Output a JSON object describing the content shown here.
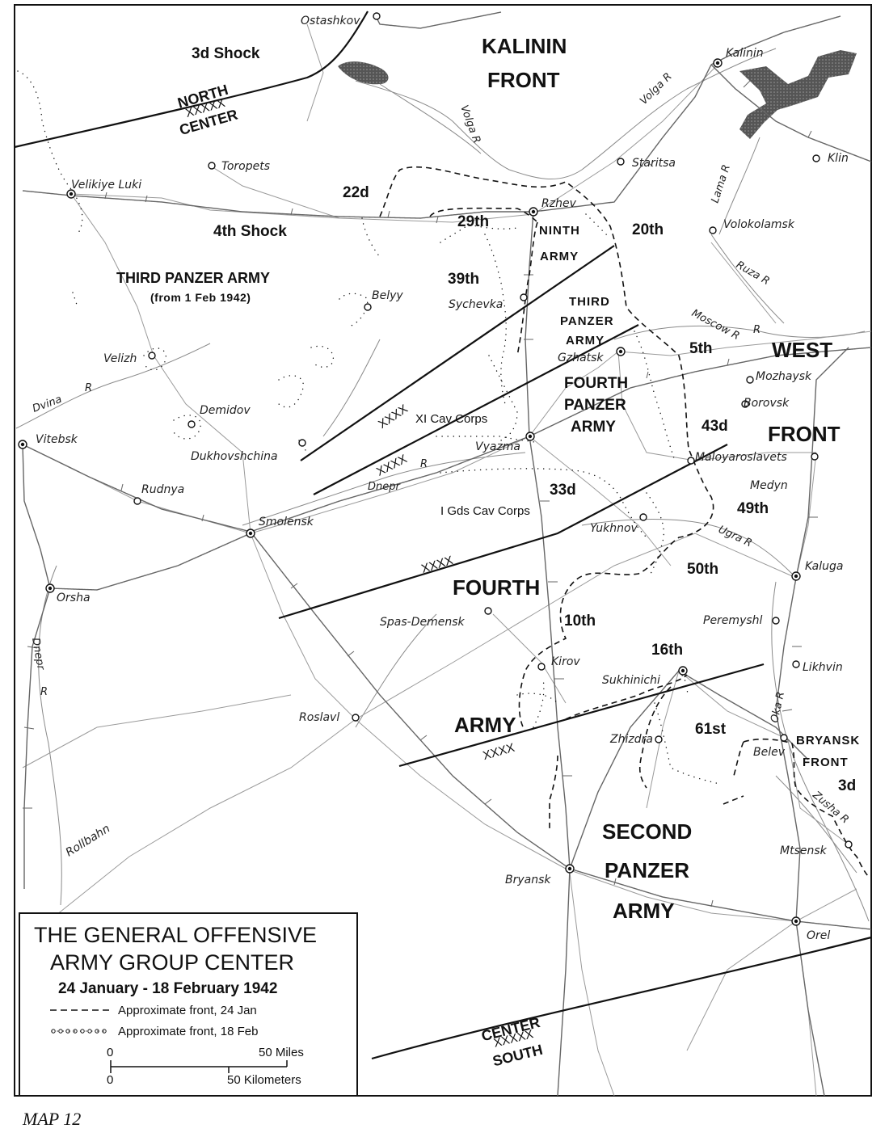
{
  "caption": "MAP 12",
  "legend": {
    "title_line1": "THE GENERAL OFFENSIVE",
    "title_line2": "ARMY GROUP CENTER",
    "dates": "24 January - 18 February 1942",
    "front_24jan": "Approximate front, 24 Jan",
    "front_18feb": "Approximate front, 18 Feb",
    "scale_zero": "0",
    "scale_miles": "50 Miles",
    "scale_km": "50 Kilometers"
  },
  "boundaries": {
    "north": "NORTH",
    "center_top": "CENTER",
    "center_bottom": "CENTER",
    "south": "SOUTH",
    "xxxxx": "XXXXX",
    "xxxx": "XXXX"
  },
  "soviet": {
    "kalinin": "KALININ",
    "front": "FRONT",
    "west": "WEST",
    "bryansk": "BRYANSK",
    "shock3": "3d Shock",
    "shock4": "4th Shock",
    "a22": "22d",
    "a29": "29th",
    "a39": "39th",
    "a20": "20th",
    "a5": "5th",
    "a43": "43d",
    "a33": "33d",
    "a49": "49th",
    "a50": "50th",
    "a10": "10th",
    "a16": "16th",
    "a61": "61st",
    "a3": "3d",
    "xicav": "XI Cav Corps",
    "igds": "I Gds Cav Corps"
  },
  "german": {
    "third_panzer": "THIRD PANZER ARMY",
    "third_panzer_note": "(from 1 Feb 1942)",
    "ninth": "NINTH",
    "army": "ARMY",
    "third": "THIRD",
    "panzer": "PANZER",
    "fourth": "FOURTH",
    "second": "SECOND"
  },
  "cities": {
    "ostashkov": "Ostashkov",
    "kalinin": "Kalinin",
    "staritsa": "Staritsa",
    "klin": "Klin",
    "toropets": "Toropets",
    "velikiye_luki": "Velikiye Luki",
    "rzhev": "Rzhev",
    "volokolamsk": "Volokolamsk",
    "belyy": "Belyy",
    "sychevka": "Sychevka",
    "velizh": "Velizh",
    "gzhatsk": "Gzhatsk",
    "mozhaysk": "Mozhaysk",
    "borovsk": "Borovsk",
    "demidov": "Demidov",
    "vitebsk": "Vitebsk",
    "dukhovshchina": "Dukhovshchina",
    "vyazma": "Vyazma",
    "maloyaroslavets": "Maloyaroslavets",
    "medyn": "Medyn",
    "rudnya": "Rudnya",
    "smolensk": "Smolensk",
    "yukhnov": "Yukhnov",
    "kaluga": "Kaluga",
    "orsha": "Orsha",
    "spas_demensk": "Spas-Demensk",
    "peremyshl": "Peremyshl",
    "kirov": "Kirov",
    "sukhinichi": "Sukhinichi",
    "likhvin": "Likhvin",
    "roslavl": "Roslavl",
    "zhizdra": "Zhizdra",
    "belev": "Belev",
    "mtsensk": "Mtsensk",
    "bryansk": "Bryansk",
    "orel": "Orel",
    "rollbahn": "Rollbahn"
  },
  "rivers": {
    "volga1": "Volga R",
    "volga2": "Volga R",
    "lama": "Lama R",
    "ruza": "Ruza R",
    "moscow": "Moscow R",
    "dvina": "Dvina",
    "dvina_r": "R",
    "dnepr1": "Dnepr",
    "dnepr1_r": "R",
    "dnepr2": "Dnepr",
    "dnepr2_r": "R",
    "ugra": "Ugra R",
    "oka": "Oka R",
    "zusha": "Zusha R"
  }
}
